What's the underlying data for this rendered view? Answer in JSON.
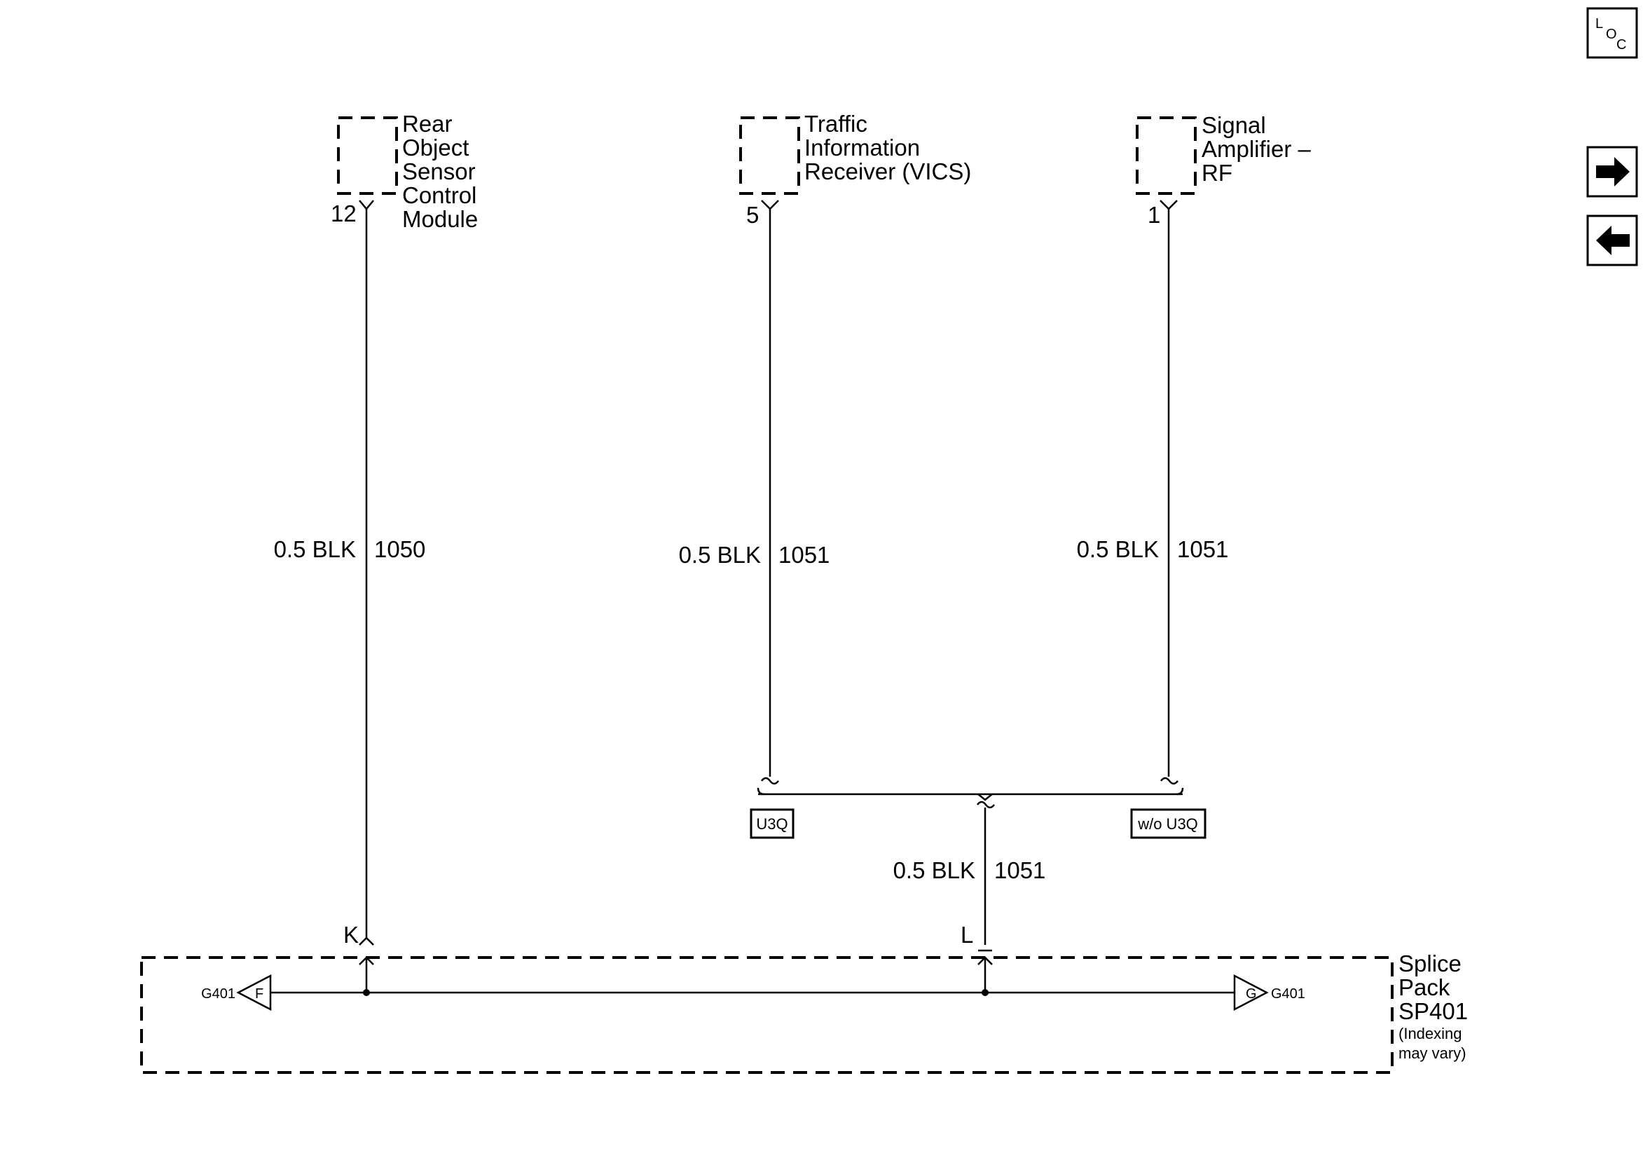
{
  "nav": {
    "loc_icon": "loc-icon",
    "loc_letters": [
      "L",
      "O",
      "C"
    ],
    "forward_icon": "arrow-right-icon",
    "back_icon": "arrow-left-icon"
  },
  "components": [
    {
      "name_lines": [
        "Rear",
        "Object",
        "Sensor",
        "Control",
        "Module"
      ],
      "pin": "12",
      "wire_size_color": "0.5 BLK",
      "circuit": "1050"
    },
    {
      "name_lines": [
        "Traffic",
        "Information",
        "Receiver (VICS)"
      ],
      "pin": "5",
      "wire_size_color": "0.5 BLK",
      "circuit": "1051"
    },
    {
      "name_lines": [
        "Signal",
        "Amplifier –",
        "RF"
      ],
      "pin": "1",
      "wire_size_color": "0.5 BLK",
      "circuit": "1051"
    }
  ],
  "option_junction": {
    "left_option": "U3Q",
    "right_option": "w/o U3Q",
    "wire_size_color": "0.5 BLK",
    "circuit": "1051"
  },
  "splice_pack": {
    "name_lines": [
      "Splice",
      "Pack",
      "SP401"
    ],
    "note_lines": [
      "(Indexing",
      "may vary)"
    ],
    "pin_k": "K",
    "pin_l": "L",
    "ground_left": {
      "label": "G401",
      "letter": "F"
    },
    "ground_right": {
      "label": "G401",
      "letter": "G"
    }
  }
}
